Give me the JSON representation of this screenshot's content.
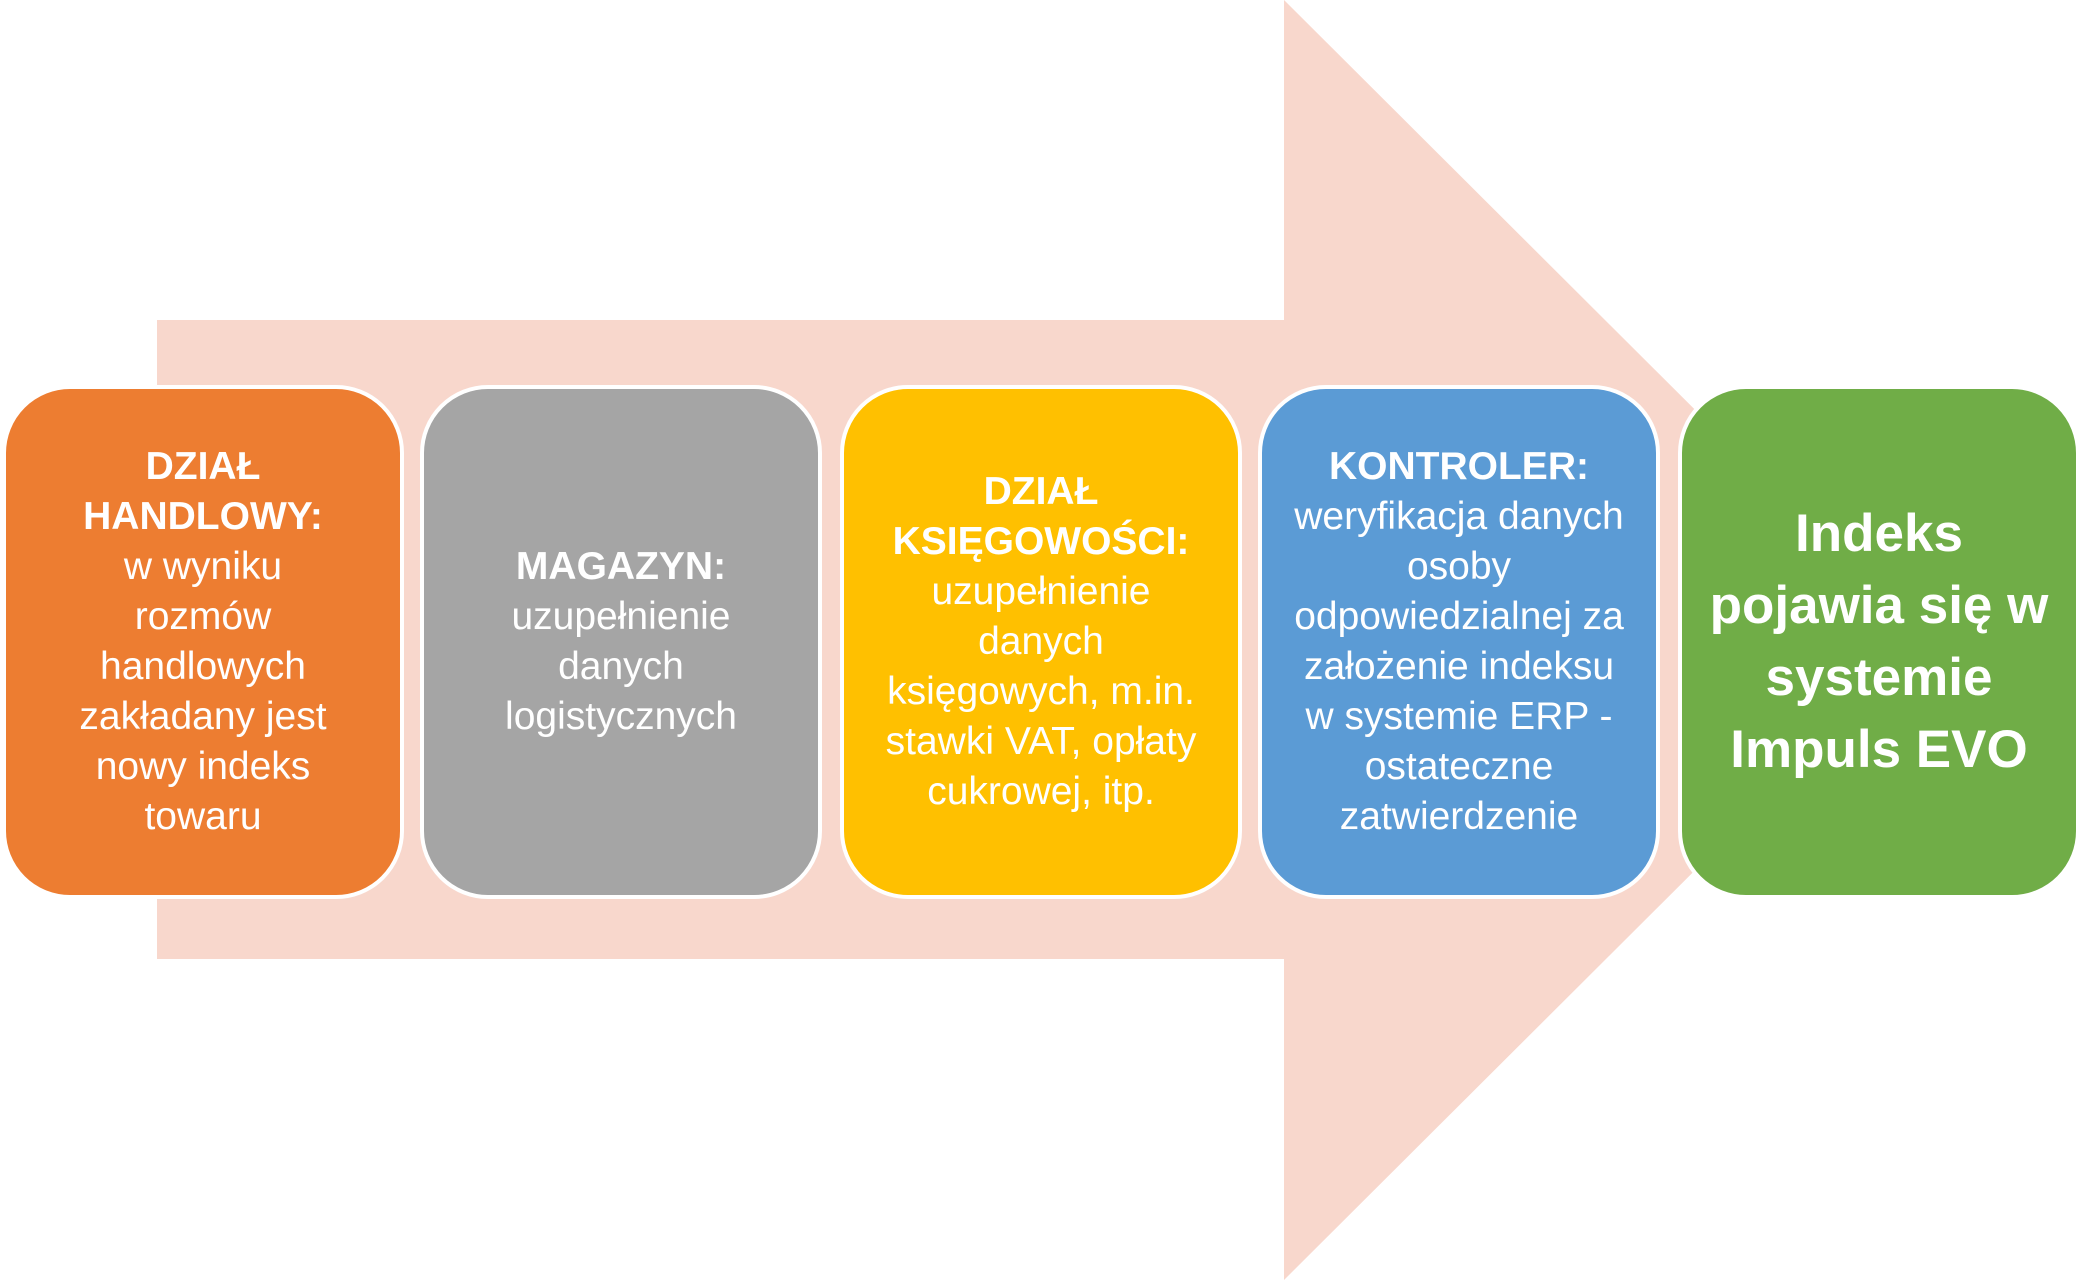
{
  "colors": {
    "arrow": "#F8D7CC",
    "step1": "#ED7D31",
    "step2": "#A5A5A5",
    "step3": "#FFC000",
    "step4": "#5B9BD5",
    "step5": "#70AD47"
  },
  "steps": [
    {
      "title": "DZIAŁ HANDLOWY:",
      "description": "w wyniku rozmów handlowych zakładany jest nowy indeks towaru"
    },
    {
      "title": "MAGAZYN:",
      "description": "uzupełnienie danych logistycznych"
    },
    {
      "title": "DZIAŁ KSIĘGOWOŚCI:",
      "description": "uzupełnienie danych księgowych, m.in. stawki VAT, opłaty cukrowej, itp."
    },
    {
      "title": "KONTROLER:",
      "description": "weryfikacja danych osoby odpowiedzialnej za założenie indeksu w systemie ERP - ostateczne zatwierdzenie"
    },
    {
      "title": "Indeks pojawia się w systemie Impuls EVO"
    }
  ]
}
